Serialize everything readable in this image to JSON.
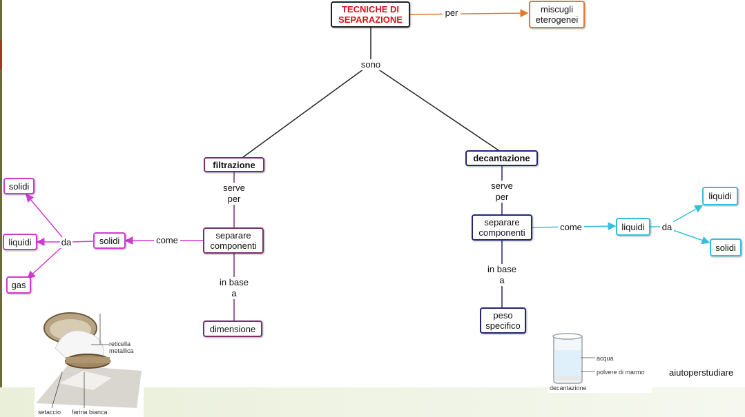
{
  "concept_map": {
    "nodes": {
      "title": "TECNICHE DI\nSEPARAZIONE",
      "miscugli": "miscugli\neterogenei",
      "filtrazione": "filtrazione",
      "decantazione": "decantazione",
      "separare_left": "separare\ncomponenti",
      "separare_right": "separare\ncomponenti",
      "dimensione": "dimensione",
      "peso_specifico": "peso\nspecifico",
      "solidi_mid_left": "solidi",
      "solidi_top_left": "solidi",
      "liquidi_left": "liquidi",
      "gas": "gas",
      "liquidi_mid_right": "liquidi",
      "liquidi_top_right": "liquidi",
      "solidi_right": "solidi"
    },
    "links": {
      "per": "per",
      "sono": "sono",
      "serve_per_left": "serve\nper",
      "serve_per_right": "serve\nper",
      "in_base_a_left": "in base\na",
      "in_base_a_right": "in base\na",
      "come_left": "come",
      "come_right": "come",
      "da_left": "da",
      "da_right": "da"
    },
    "colors": {
      "title_text": "#d4141e",
      "orange": "#e07a2e",
      "purple": "#7a2e6e",
      "navy": "#22247a",
      "magenta": "#d23ad2",
      "cyan": "#35bfdc"
    }
  },
  "figures": {
    "sieve": {
      "reticella": "reticella\nmetallica",
      "setaccio": "setaccio",
      "farina": "farina bianca"
    },
    "beaker": {
      "acqua": "acqua",
      "polvere": "polvere di marmo",
      "decantazione": "decantazione"
    }
  },
  "credit": "aiutoperstudiare"
}
